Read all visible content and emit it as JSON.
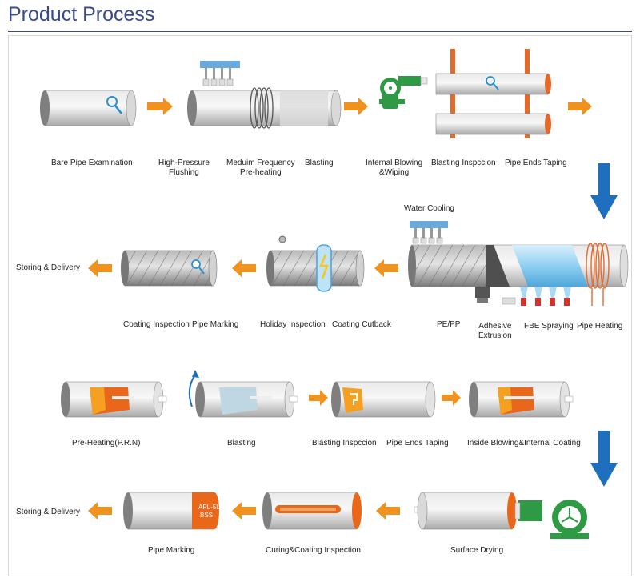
{
  "title": "Product Process",
  "colors": {
    "accent": "#f0921e",
    "flow_arrow": "#1f6fbf",
    "title": "#3a4a8a",
    "pipe": "#c9c9c9",
    "coating": "#e9671a",
    "fbe": "#a9d9f3",
    "machine": "#2e9a44",
    "frame": "#e46a2a"
  },
  "row1": {
    "labels": {
      "bare_pipe": "Bare Pipe Examination",
      "high_pressure": "High-Pressure\nFlushing",
      "medium_freq": "Meduim Frequency\nPre-heating",
      "blasting": "Blasting",
      "internal_blowing": "Internal Blowing\n&Wiping",
      "blasting_insp": "Blasting Inspccion",
      "ends_taping": "Pipe Ends Taping"
    }
  },
  "row2": {
    "water_cooling": "Water Cooling",
    "labels": {
      "storing": "Storing & Delivery",
      "coating_insp": "Coating Inspection",
      "pipe_marking": "Pipe Marking",
      "holiday": "Holiday Inspection",
      "cutback": "Coating Cutback",
      "pe_pp": "PE/PP",
      "adhesive": "Adhesive\nExtrusion",
      "fbe": "FBE Spraying",
      "heating": "Pipe Heating"
    }
  },
  "row3": {
    "labels": {
      "pre_heating": "Pre-Heating(P.R.N)",
      "blasting": "Blasting",
      "blasting_insp": "Blasting Inspccion",
      "ends_taping": "Pipe Ends Taping",
      "inside_blowing": "Inside Blowing&Internal Coating"
    }
  },
  "row4": {
    "marking_text": "APL-5L\nBSS",
    "labels": {
      "storing": "Storing & Delivery",
      "pipe_marking": "Pipe Marking",
      "curing": "Curing&Coating Inspection",
      "surface_drying": "Surface Drying"
    }
  }
}
